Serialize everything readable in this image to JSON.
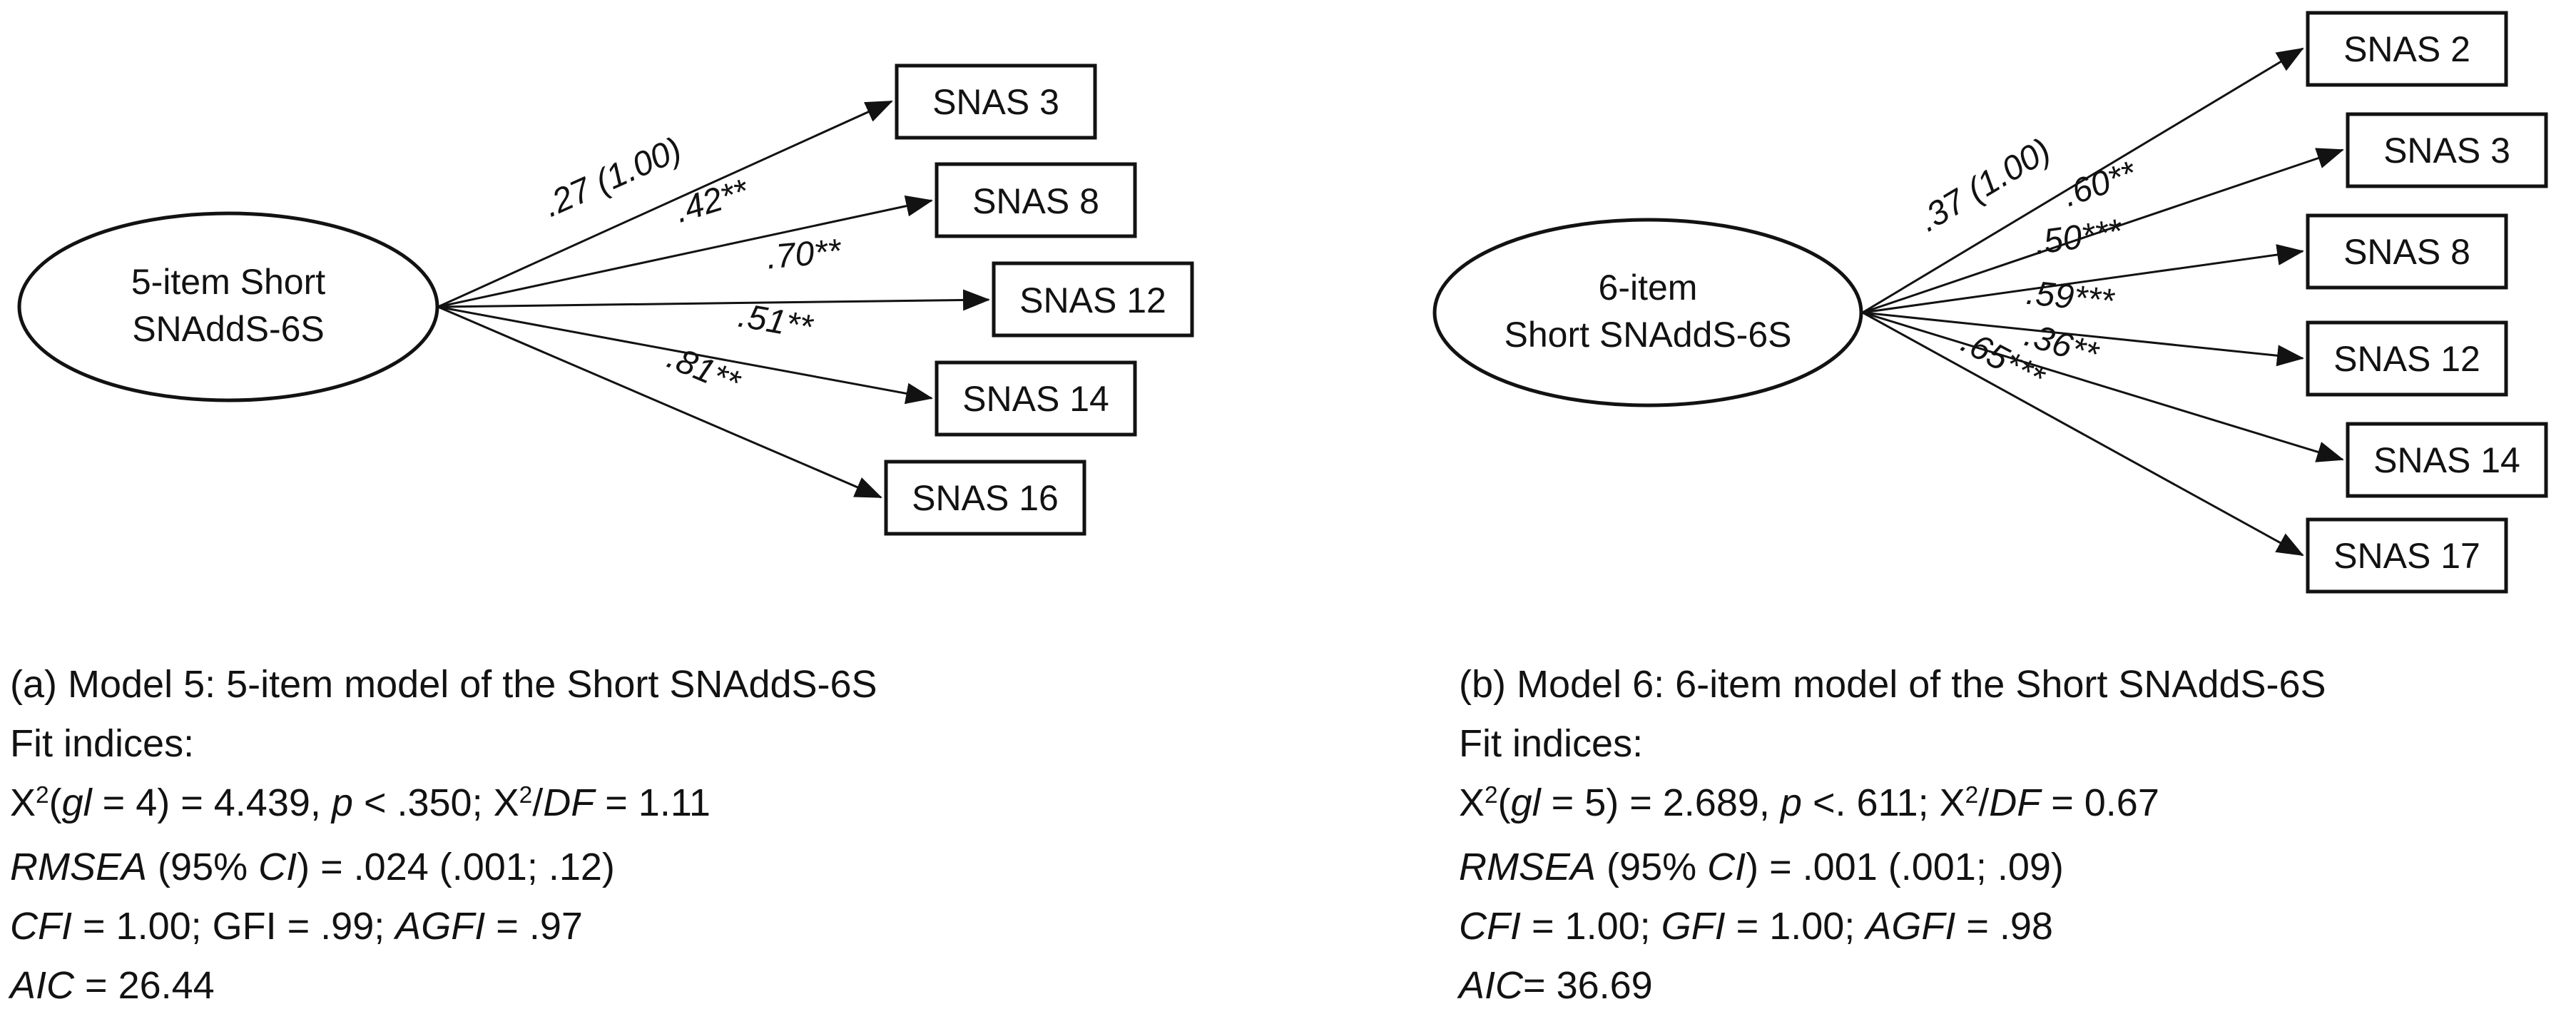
{
  "page": {
    "background": "#ffffff",
    "ink": "#121212",
    "figure_type": "confirmatory factor analysis path diagrams"
  },
  "panels": [
    {
      "id": "a",
      "factor": {
        "lines": [
          "5-item Short",
          "SNAddS-6S"
        ]
      },
      "indicators": [
        {
          "label": "SNAS 3",
          "loading": ".27 (1.00)"
        },
        {
          "label": "SNAS 8",
          "loading": ".42**"
        },
        {
          "label": "SNAS 12",
          "loading": ".70**"
        },
        {
          "label": "SNAS 14",
          "loading": ".51**"
        },
        {
          "label": "SNAS 16",
          "loading": ".81**"
        }
      ],
      "caption": {
        "lines": [
          [
            {
              "t": "(a) Model 5: 5-item model of the Short SNAddS-6S"
            }
          ],
          [
            {
              "t": "Fit indices:"
            }
          ],
          [
            {
              "t": "X"
            },
            {
              "t": "2",
              "sup": true
            },
            {
              "t": "("
            },
            {
              "t": "gl",
              "i": true
            },
            {
              "t": " = 4) = 4.439, "
            },
            {
              "t": "p",
              "i": true
            },
            {
              "t": " < .350; X"
            },
            {
              "t": "2",
              "sup": true
            },
            {
              "t": "/"
            },
            {
              "t": "DF",
              "i": true
            },
            {
              "t": " = 1.11"
            }
          ],
          [
            {
              "t": "RMSEA",
              "i": true
            },
            {
              "t": " (95% "
            },
            {
              "t": "CI",
              "i": true
            },
            {
              "t": ") = .024 (.001; .12)"
            }
          ],
          [
            {
              "t": "CFI",
              "i": true
            },
            {
              "t": " = 1.00; GFI = .99; "
            },
            {
              "t": "AGFI",
              "i": true
            },
            {
              "t": " = .97"
            }
          ],
          [
            {
              "t": "AIC",
              "i": true
            },
            {
              "t": " = 26.44"
            }
          ]
        ]
      }
    },
    {
      "id": "b",
      "factor": {
        "lines": [
          "6-item",
          "Short SNAddS-6S"
        ]
      },
      "indicators": [
        {
          "label": "SNAS 2",
          "loading": ".37 (1.00)"
        },
        {
          "label": "SNAS 3",
          "loading": ".60**"
        },
        {
          "label": "SNAS 8",
          "loading": ".50***"
        },
        {
          "label": "SNAS 12",
          "loading": ".59***"
        },
        {
          "label": "SNAS 14",
          "loading": ".36**"
        },
        {
          "label": "SNAS 17",
          "loading": ".65***"
        }
      ],
      "caption": {
        "lines": [
          [
            {
              "t": "(b) Model 6: 6-item model of the Short SNAddS-6S"
            }
          ],
          [
            {
              "t": "Fit indices:"
            }
          ],
          [
            {
              "t": "X"
            },
            {
              "t": "2",
              "sup": true
            },
            {
              "t": "("
            },
            {
              "t": "gl",
              "i": true
            },
            {
              "t": " = 5) = 2.689, "
            },
            {
              "t": "p",
              "i": true
            },
            {
              "t": " <. 611; X"
            },
            {
              "t": "2",
              "sup": true
            },
            {
              "t": "/"
            },
            {
              "t": "DF",
              "i": true
            },
            {
              "t": " = 0.67"
            }
          ],
          [
            {
              "t": "RMSEA",
              "i": true
            },
            {
              "t": " (95% "
            },
            {
              "t": "CI",
              "i": true
            },
            {
              "t": ") = .001 (.001; .09)"
            }
          ],
          [
            {
              "t": "CFI",
              "i": true
            },
            {
              "t": " = 1.00; "
            },
            {
              "t": "GFI",
              "i": true
            },
            {
              "t": " = 1.00; "
            },
            {
              "t": "AGFI",
              "i": true
            },
            {
              "t": " = .98"
            }
          ],
          [
            {
              "t": "AIC",
              "i": true
            },
            {
              "t": "= 36.69"
            }
          ]
        ]
      }
    }
  ]
}
